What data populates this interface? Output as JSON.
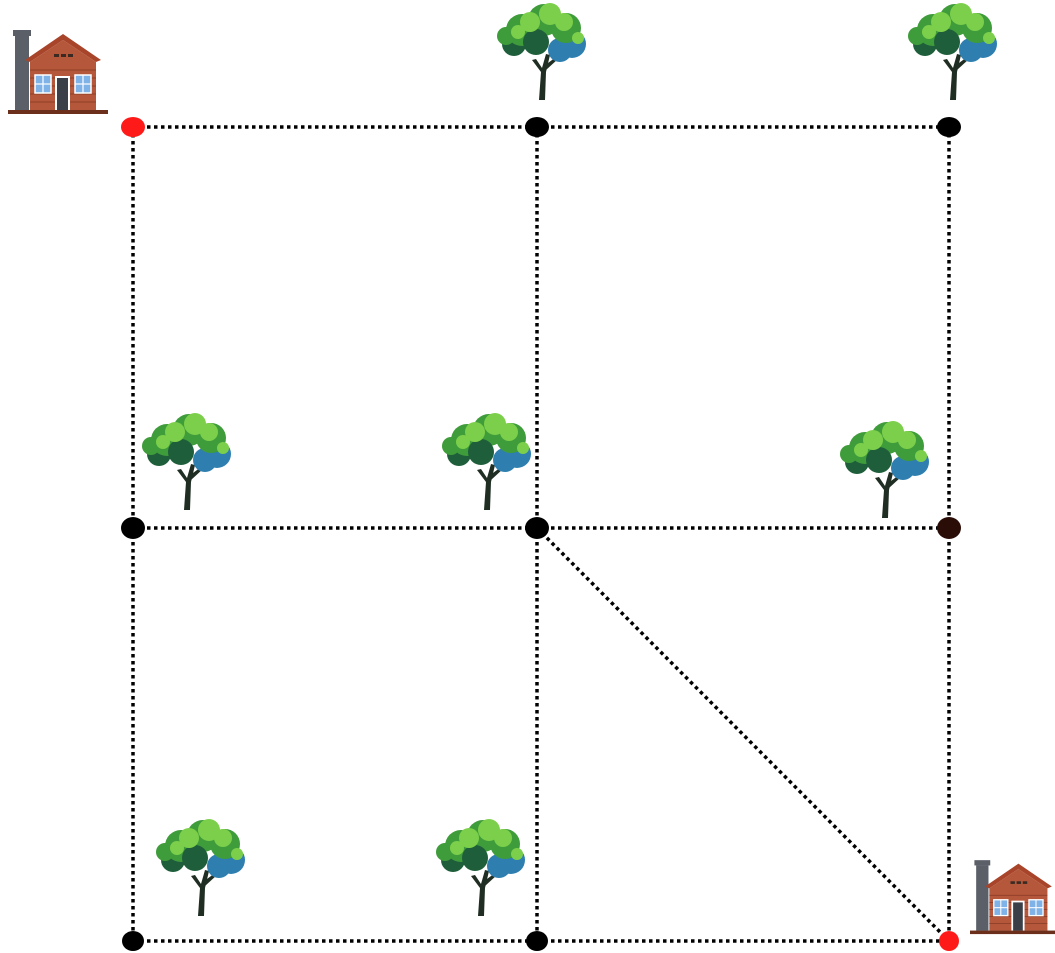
{
  "colors": {
    "background": "#ffffff",
    "path_line": "#000000",
    "node_default": "#000000",
    "node_endpoint": "#ff1a1a",
    "node_dark_brown": "#2a0d06",
    "house_wall": "#b5573a",
    "house_roof": "#a8442a",
    "house_chimney": "#5a5f68",
    "house_window": "#7fb2e6",
    "house_door": "#3a3f48",
    "tree_leaf_light": "#7ccf4a",
    "tree_leaf_mid": "#3f9c3a",
    "tree_leaf_dark": "#1e5e3a",
    "tree_leaf_blue": "#2e7fb0",
    "tree_trunk": "#1f2d22"
  },
  "icons": [
    "house-icon",
    "tree-icon"
  ],
  "nodes": [
    {
      "id": "top-left",
      "row": 0,
      "col": 0,
      "kind": "endpoint"
    },
    {
      "id": "top-middle",
      "row": 0,
      "col": 1,
      "kind": "default"
    },
    {
      "id": "top-right",
      "row": 0,
      "col": 2,
      "kind": "default"
    },
    {
      "id": "middle-left",
      "row": 1,
      "col": 0,
      "kind": "default"
    },
    {
      "id": "center",
      "row": 1,
      "col": 1,
      "kind": "default"
    },
    {
      "id": "middle-right",
      "row": 1,
      "col": 2,
      "kind": "dark_brown"
    },
    {
      "id": "bottom-left",
      "row": 2,
      "col": 0,
      "kind": "default"
    },
    {
      "id": "bottom-middle",
      "row": 2,
      "col": 1,
      "kind": "default"
    },
    {
      "id": "bottom-right",
      "row": 2,
      "col": 2,
      "kind": "endpoint"
    }
  ],
  "edges": [
    [
      "top-left",
      "top-middle"
    ],
    [
      "top-middle",
      "top-right"
    ],
    [
      "middle-left",
      "center"
    ],
    [
      "center",
      "middle-right"
    ],
    [
      "bottom-left",
      "bottom-middle"
    ],
    [
      "bottom-middle",
      "bottom-right"
    ],
    [
      "top-left",
      "middle-left"
    ],
    [
      "middle-left",
      "bottom-left"
    ],
    [
      "top-middle",
      "center"
    ],
    [
      "center",
      "bottom-middle"
    ],
    [
      "top-right",
      "middle-right"
    ],
    [
      "middle-right",
      "bottom-right"
    ],
    [
      "center",
      "bottom-right"
    ]
  ],
  "houses": [
    {
      "id": "house-start",
      "near_node": "top-left"
    },
    {
      "id": "house-end",
      "near_node": "bottom-right"
    }
  ],
  "trees": [
    {
      "id": "tree-top-middle",
      "near_node": "top-middle"
    },
    {
      "id": "tree-top-right",
      "near_node": "top-right"
    },
    {
      "id": "tree-middle-left",
      "near_node": "middle-left"
    },
    {
      "id": "tree-center",
      "near_node": "center"
    },
    {
      "id": "tree-middle-right",
      "near_node": "middle-right"
    },
    {
      "id": "tree-bottom-left",
      "near_node": "bottom-left"
    },
    {
      "id": "tree-bottom-middle",
      "near_node": "bottom-middle"
    }
  ]
}
